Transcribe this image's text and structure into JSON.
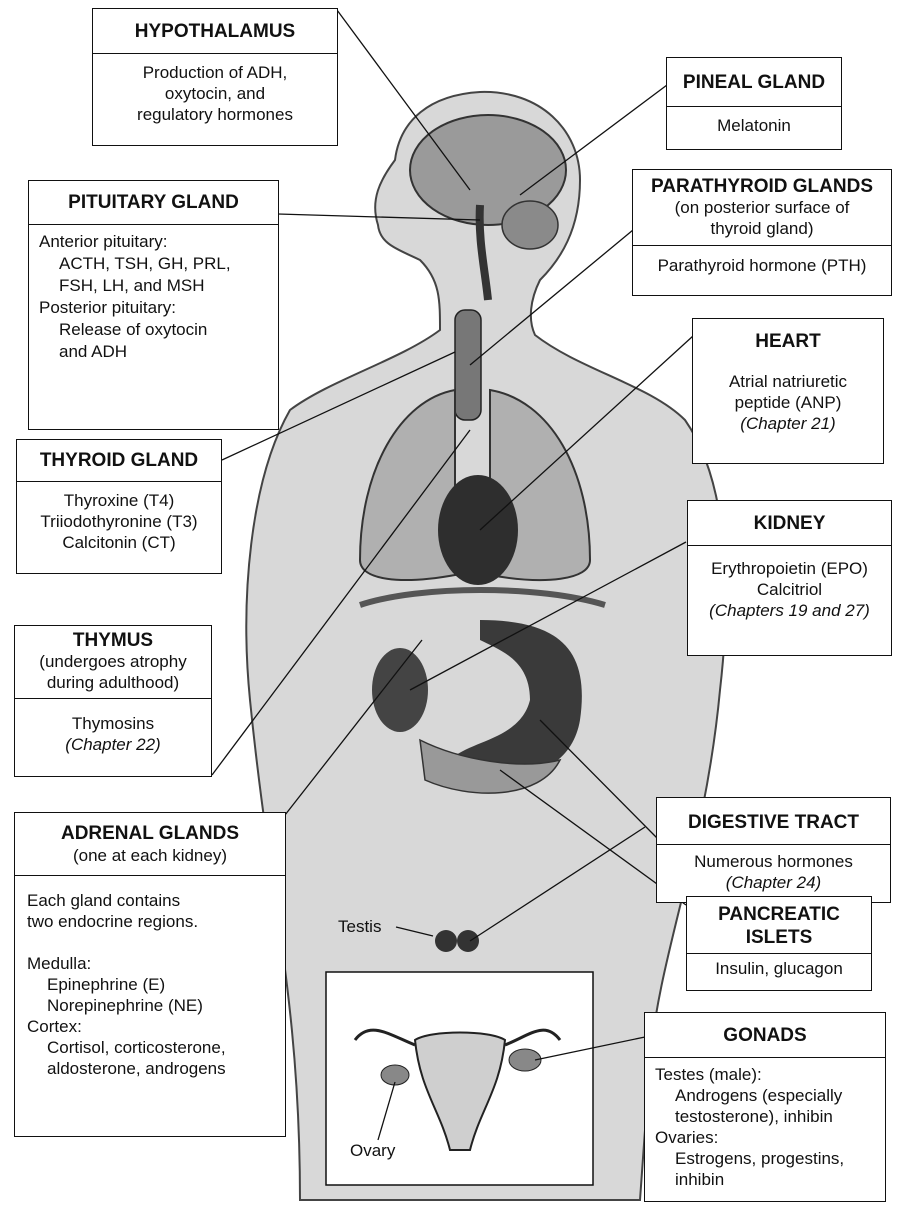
{
  "colors": {
    "ink": "#111111",
    "paper": "#ffffff",
    "body_shade": "#bdbdbd",
    "organ_dark": "#333333"
  },
  "hypothalamus": {
    "title": "HYPOTHALAMUS",
    "lines": [
      "Production of ADH,",
      "oxytocin, and",
      "regulatory hormones"
    ]
  },
  "pineal": {
    "title": "PINEAL GLAND",
    "lines": [
      "Melatonin"
    ]
  },
  "pituitary": {
    "title": "PITUITARY GLAND",
    "lines": [
      "Anterior pituitary:",
      "ACTH, TSH, GH, PRL,",
      "FSH, LH, and MSH",
      "Posterior pituitary:",
      "Release of oxytocin",
      "and ADH"
    ]
  },
  "parathyroid": {
    "title": "PARATHYROID GLANDS",
    "subtitle": [
      "(on posterior surface of",
      "thyroid gland)"
    ],
    "lines": [
      "Parathyroid hormone (PTH)"
    ]
  },
  "heart": {
    "title": "HEART",
    "lines": [
      "Atrial natriuretic",
      "peptide (ANP)"
    ],
    "ref": "(Chapter 21)"
  },
  "thyroid": {
    "title": "THYROID GLAND",
    "lines": [
      "Thyroxine (T4)",
      "Triiodothyronine (T3)",
      "Calcitonin (CT)"
    ]
  },
  "kidney": {
    "title": "KIDNEY",
    "lines": [
      "Erythropoietin (EPO)",
      "Calcitriol"
    ],
    "ref": "(Chapters 19 and 27)"
  },
  "thymus": {
    "title": "THYMUS",
    "subtitle": [
      "(undergoes atrophy",
      "during adulthood)"
    ],
    "lines": [
      "Thymosins"
    ],
    "ref": "(Chapter 22)"
  },
  "digestive": {
    "title": "DIGESTIVE TRACT",
    "lines": [
      "Numerous hormones"
    ],
    "ref": "(Chapter 24)"
  },
  "adrenal": {
    "title": "ADRENAL GLANDS",
    "subtitle": [
      "(one at each kidney)"
    ],
    "lines": [
      "Each gland contains",
      "two endocrine regions.",
      "",
      "Medulla:",
      "Epinephrine (E)",
      "Norepinephrine (NE)",
      "Cortex:",
      "Cortisol, corticosterone,",
      "aldosterone, androgens"
    ]
  },
  "pancreatic": {
    "title_lines": [
      "PANCREATIC",
      "ISLETS"
    ],
    "lines": [
      "Insulin, glucagon"
    ]
  },
  "gonads": {
    "title": "GONADS",
    "lines": [
      "Testes (male):",
      "Androgens (especially",
      "testosterone), inhibin",
      "Ovaries:",
      "Estrogens, progestins,",
      "inhibin"
    ]
  },
  "labels": {
    "testis": "Testis",
    "ovary": "Ovary"
  }
}
